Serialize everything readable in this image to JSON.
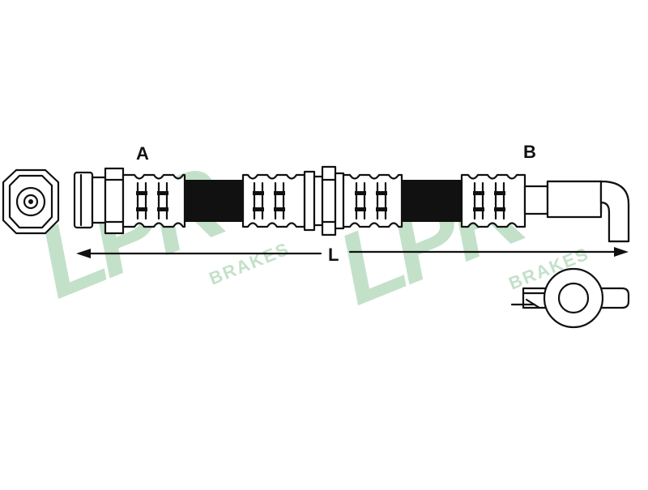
{
  "labels": {
    "end_a": "A",
    "end_b": "B",
    "length": "L"
  },
  "watermark": {
    "word": "LPR",
    "subword": "BRAKES",
    "color": "#b9dcc0"
  },
  "colors": {
    "line": "#111111",
    "hose": "#1a1a1a",
    "background": "#ffffff"
  },
  "icons": {
    "end_view": "hex-nut-end-view-icon",
    "clip": "mounting-clip-icon"
  }
}
